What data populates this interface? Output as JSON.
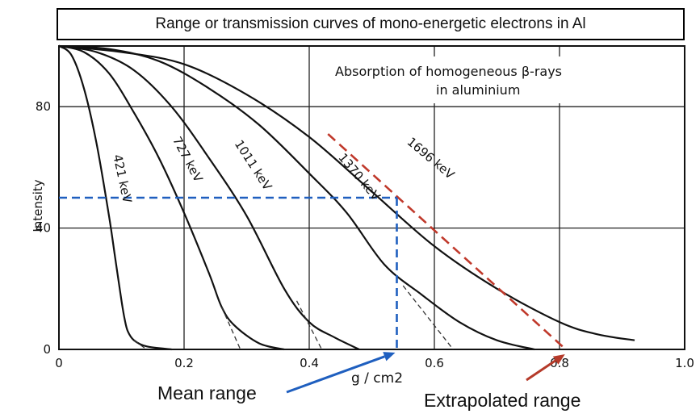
{
  "chart_data": {
    "type": "line",
    "title": "Range or transmission curves of mono-energetic electrons in Al",
    "inset_title_lines": [
      "Absorption of homogeneous β-rays",
      "in aluminium"
    ],
    "xlabel": "g / cm2",
    "ylabel": "Intensity",
    "xlim": [
      0,
      1.0
    ],
    "ylim": [
      0,
      100
    ],
    "xticks": [
      0,
      0.2,
      0.4,
      0.6,
      0.8,
      1.0
    ],
    "xtick_labels": [
      "0",
      "0.2",
      "0.4",
      "0.6",
      "0.8",
      "1.0"
    ],
    "yticks": [
      0,
      40,
      80
    ],
    "ytick_labels": [
      "0",
      "40",
      "80"
    ],
    "grid": true,
    "series": [
      {
        "name": "421 keV",
        "x": [
          0,
          0.02,
          0.04,
          0.06,
          0.08,
          0.09,
          0.1,
          0.105,
          0.11,
          0.12,
          0.14,
          0.18
        ],
        "y": [
          100,
          97,
          86,
          68,
          44,
          30,
          16,
          10,
          6,
          3,
          1,
          0
        ]
      },
      {
        "name": "727 keV",
        "x": [
          0,
          0.04,
          0.08,
          0.12,
          0.16,
          0.2,
          0.24,
          0.26,
          0.28,
          0.32,
          0.36
        ],
        "y": [
          100,
          98,
          91,
          78,
          63,
          45,
          25,
          14,
          8,
          2,
          0
        ]
      },
      {
        "name": "1011 keV",
        "x": [
          0,
          0.06,
          0.12,
          0.18,
          0.24,
          0.3,
          0.36,
          0.4,
          0.44,
          0.48
        ],
        "y": [
          100,
          98,
          92,
          80,
          63,
          44,
          20,
          9,
          4,
          0
        ]
      },
      {
        "name": "1370 keV",
        "x": [
          0,
          0.08,
          0.16,
          0.24,
          0.32,
          0.4,
          0.46,
          0.52,
          0.58,
          0.64,
          0.7,
          0.76
        ],
        "y": [
          100,
          99,
          95,
          86,
          74,
          58,
          45,
          28,
          18,
          9,
          3,
          0
        ]
      },
      {
        "name": "1696 keV",
        "x": [
          0,
          0.1,
          0.2,
          0.3,
          0.4,
          0.5,
          0.6,
          0.7,
          0.8,
          0.86,
          0.92
        ],
        "y": [
          100,
          98,
          94,
          84,
          70,
          52,
          34,
          20,
          9,
          5,
          3
        ]
      }
    ],
    "extrapolation_tails": [
      {
        "from": [
          0.12,
          3
        ],
        "to": [
          0.14,
          0
        ]
      },
      {
        "from": [
          0.26,
          14
        ],
        "to": [
          0.29,
          0
        ]
      },
      {
        "from": [
          0.38,
          16
        ],
        "to": [
          0.42,
          0
        ]
      },
      {
        "from": [
          0.55,
          21
        ],
        "to": [
          0.63,
          0
        ]
      }
    ],
    "extrapolated_fit_line": {
      "color": "#c0392b",
      "from": [
        0.43,
        71
      ],
      "to": [
        0.81,
        0
      ]
    },
    "mean_range_guide": {
      "color": "#1f5fbf",
      "intensity": 50,
      "x": 0.54
    },
    "annotations": [
      {
        "text": "Mean range",
        "color": "#1f5fbf",
        "target": [
          0.54,
          0
        ]
      },
      {
        "text": "Extrapolated range",
        "color": "#b53a2a",
        "target": [
          0.81,
          0
        ]
      }
    ]
  }
}
